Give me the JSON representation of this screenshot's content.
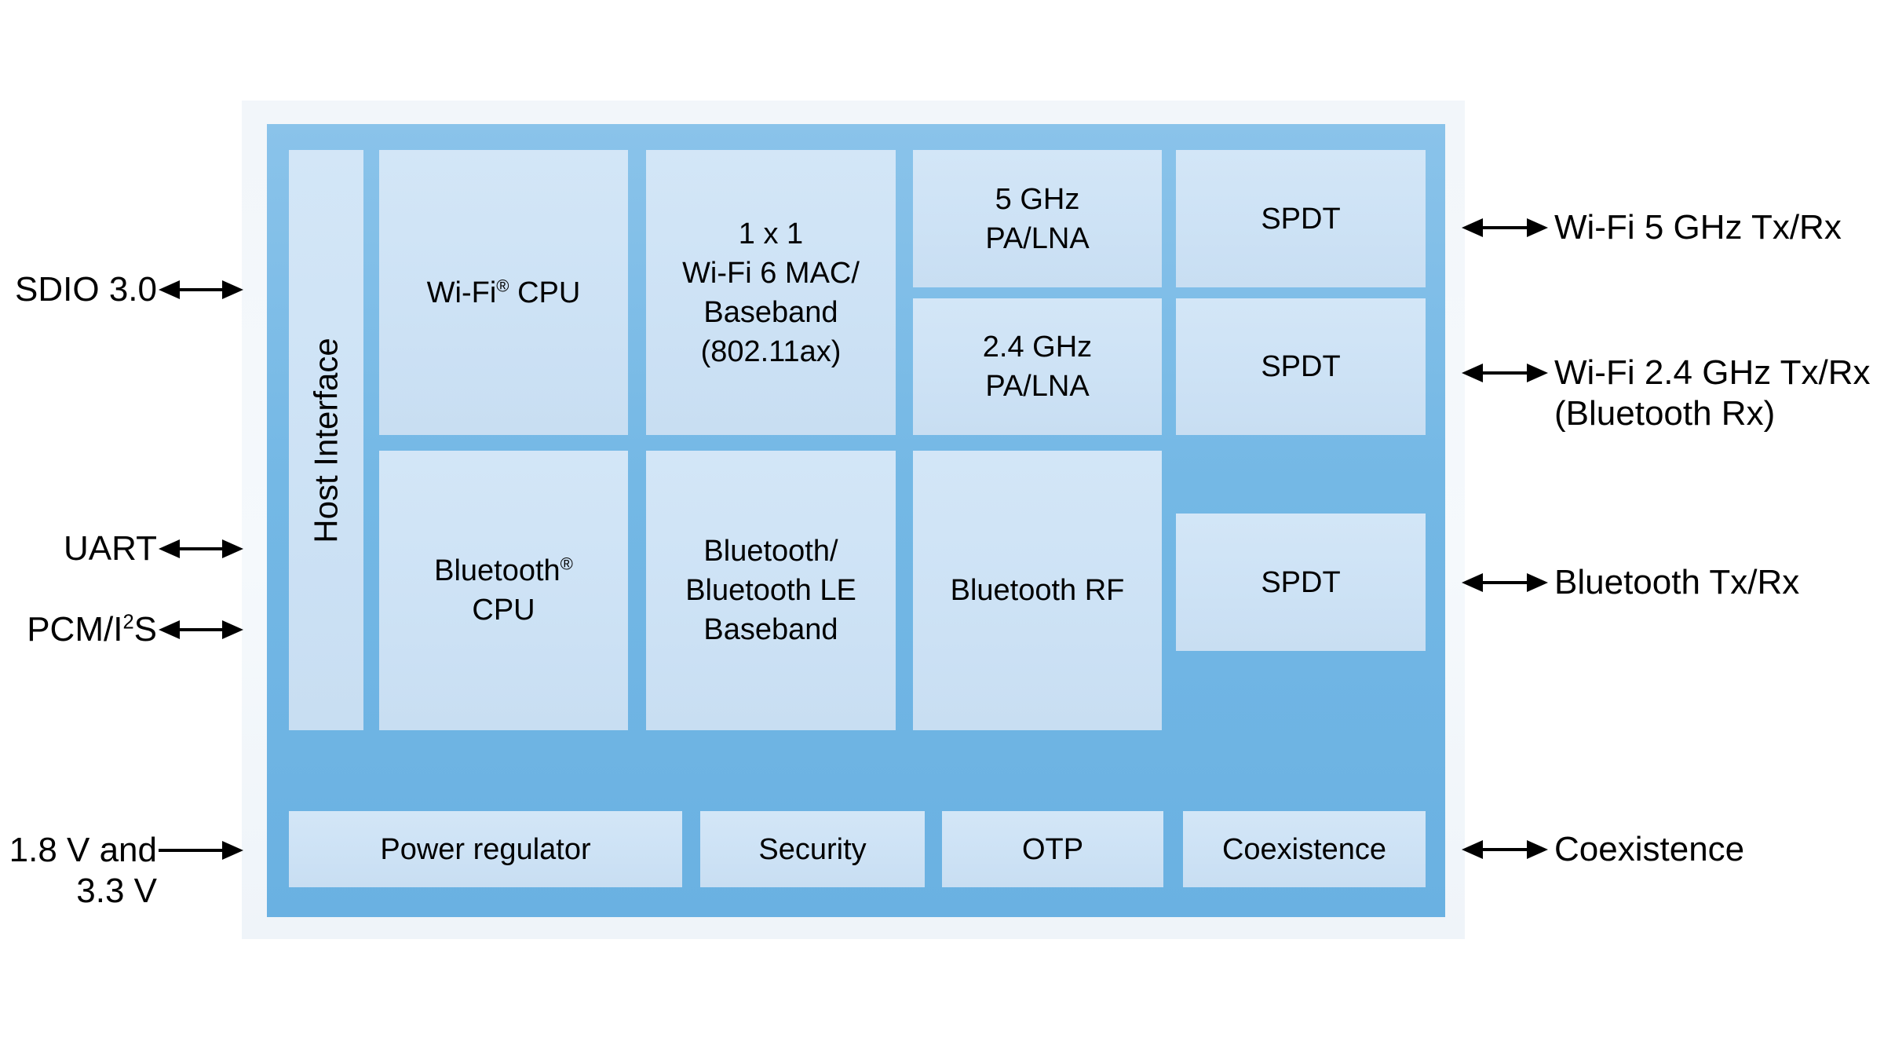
{
  "colors": {
    "chip_fill_top": "#8ac3ea",
    "chip_fill_bottom": "#6ab1e2",
    "block_fill_top": "#d3e6f7",
    "block_fill_bottom": "#c8def2",
    "panel_fill": "#f2f6fa",
    "arrow_and_text": "#000000"
  },
  "chip": {
    "host_interface": "Host Interface",
    "wifi_cpu": {
      "pre": "Wi-Fi",
      "sup": "®",
      "post": " CPU"
    },
    "wifi_mac": {
      "lines": [
        "1 x 1",
        "Wi-Fi 6 MAC/",
        "Baseband",
        "(802.11ax)"
      ]
    },
    "pa_5ghz": {
      "lines": [
        "5 GHz",
        "PA/LNA"
      ]
    },
    "spdt_top": "SPDT",
    "pa_24ghz": {
      "lines": [
        "2.4 GHz",
        "PA/LNA"
      ]
    },
    "spdt_mid": "SPDT",
    "bt_cpu": {
      "pre": "Bluetooth",
      "sup": "®",
      "line2": "CPU"
    },
    "bt_baseband": {
      "lines": [
        "Bluetooth/",
        "Bluetooth LE",
        "Baseband"
      ]
    },
    "bt_rf": "Bluetooth RF",
    "spdt_bt": "SPDT",
    "power_regulator": "Power regulator",
    "security": "Security",
    "otp": "OTP",
    "coexistence": "Coexistence"
  },
  "left_ports": {
    "sdio": "SDIO 3.0",
    "uart": "UART",
    "pcm": {
      "pre": "PCM/I",
      "sup": "2",
      "post": "S"
    },
    "power": {
      "line1": "1.8 V and",
      "line2": "3.3 V"
    }
  },
  "right_ports": {
    "wifi5": "Wi-Fi 5 GHz Tx/Rx",
    "wifi24": {
      "line1": "Wi-Fi 2.4 GHz Tx/Rx",
      "line2": "(Bluetooth Rx)"
    },
    "bt": "Bluetooth Tx/Rx",
    "coex": "Coexistence"
  }
}
